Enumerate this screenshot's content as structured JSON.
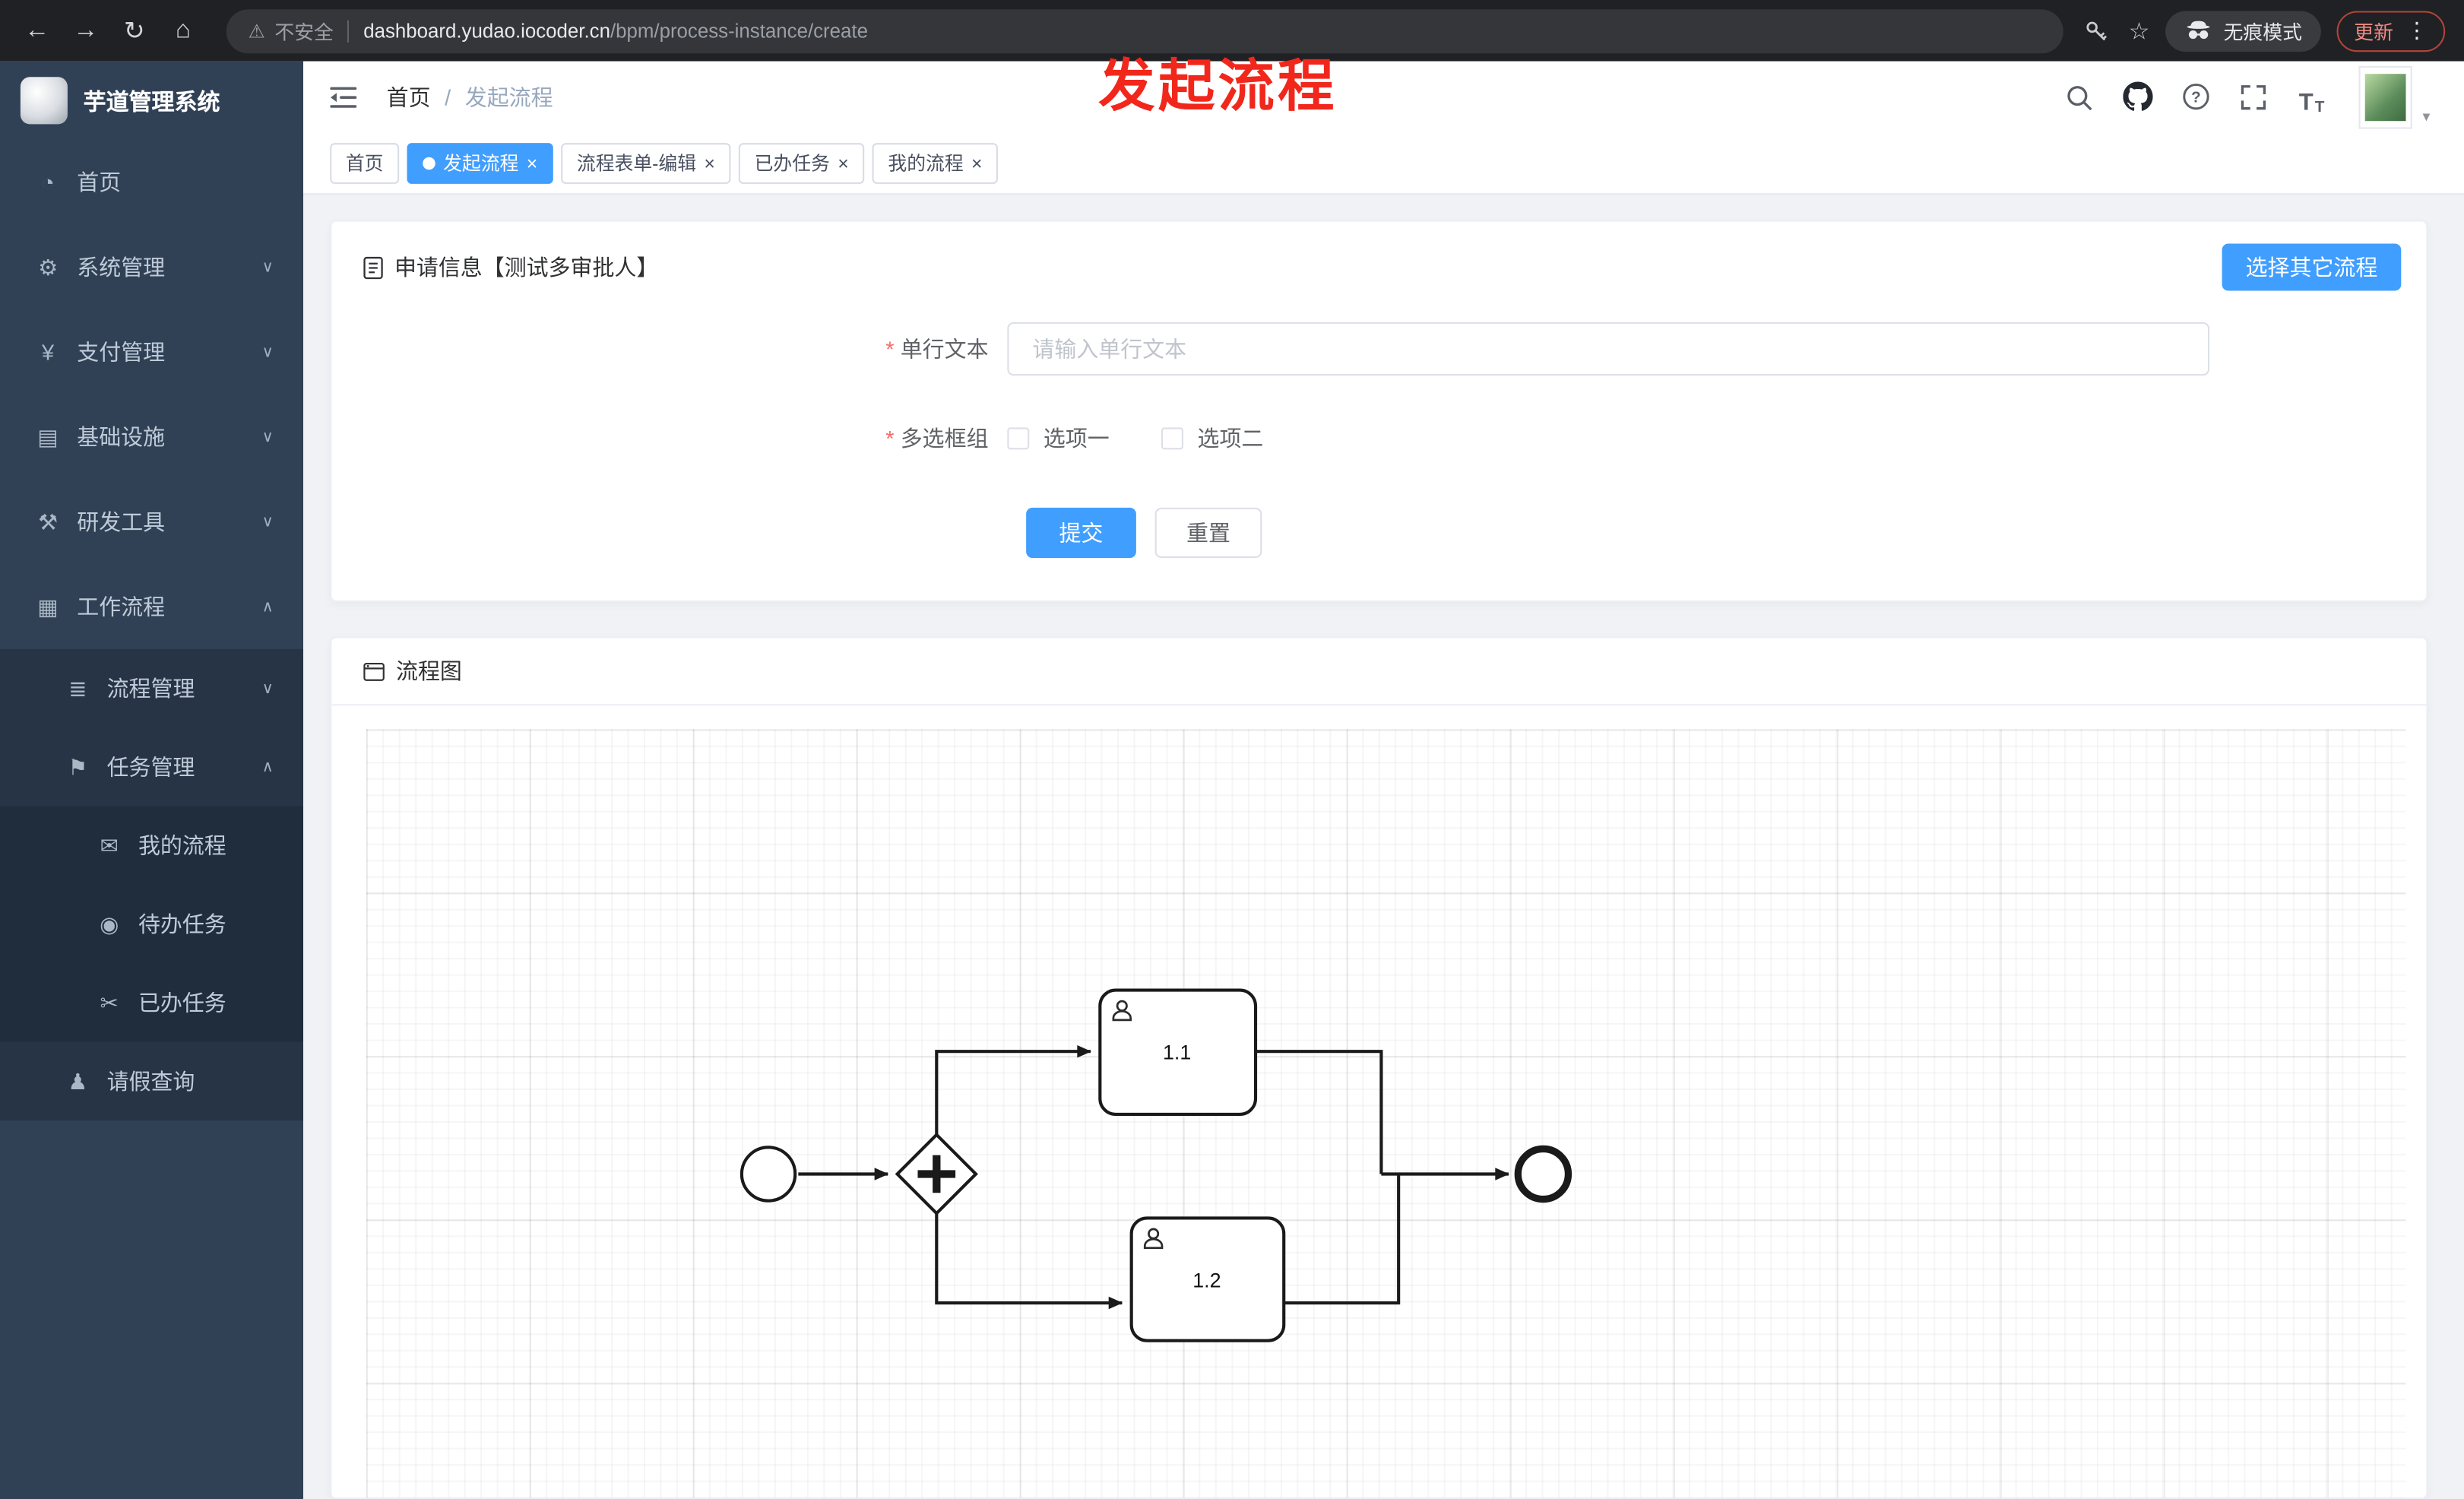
{
  "browser": {
    "security_label": "不安全",
    "url_host": "dashboard.yudao.iocoder.cn",
    "url_path": "/bpm/process-instance/create",
    "incognito_label": "无痕模式",
    "update_label": "更新"
  },
  "overlay_title": "发起流程",
  "glyphs": {
    "back": "←",
    "forward": "→",
    "reload": "↻",
    "home": "⌂",
    "warning": "⚠",
    "star": "☆",
    "dots": "⋮",
    "chevron_down": "∨",
    "chevron_up": "∧",
    "close": "×",
    "caret_down": "▼",
    "slash": "/",
    "question": "?",
    "text_big": "T",
    "text_small": "T"
  },
  "sidebar": {
    "logo_title": "芋道管理系统",
    "items": [
      {
        "label": "首页",
        "icon": "◔"
      },
      {
        "label": "系统管理",
        "icon": "⚙"
      },
      {
        "label": "支付管理",
        "icon": "¥"
      },
      {
        "label": "基础设施",
        "icon": "▤"
      },
      {
        "label": "研发工具",
        "icon": "⚒"
      },
      {
        "label": "工作流程",
        "icon": "▦"
      },
      {
        "label": "流程管理",
        "icon": "≣"
      },
      {
        "label": "任务管理",
        "icon": "⚑"
      },
      {
        "label": "我的流程",
        "icon": "✉"
      },
      {
        "label": "待办任务",
        "icon": "◉"
      },
      {
        "label": "已办任务",
        "icon": "✂"
      },
      {
        "label": "请假查询",
        "icon": "♟"
      }
    ]
  },
  "breadcrumb": {
    "home": "首页",
    "current": "发起流程"
  },
  "tabs": [
    {
      "label": "首页"
    },
    {
      "label": "发起流程"
    },
    {
      "label": "流程表单-编辑"
    },
    {
      "label": "已办任务"
    },
    {
      "label": "我的流程"
    }
  ],
  "form_card": {
    "title": "申请信息【测试多审批人】",
    "select_other_button": "选择其它流程",
    "required_mark": "*",
    "fields": {
      "text_label": "单行文本",
      "text_placeholder": "请输入单行文本",
      "checkbox_label": "多选框组",
      "checkbox_options": [
        "选项一",
        "选项二"
      ]
    },
    "submit_label": "提交",
    "reset_label": "重置"
  },
  "diagram_card": {
    "title": "流程图",
    "tasks": [
      {
        "label": "1.1"
      },
      {
        "label": "1.2"
      }
    ]
  }
}
